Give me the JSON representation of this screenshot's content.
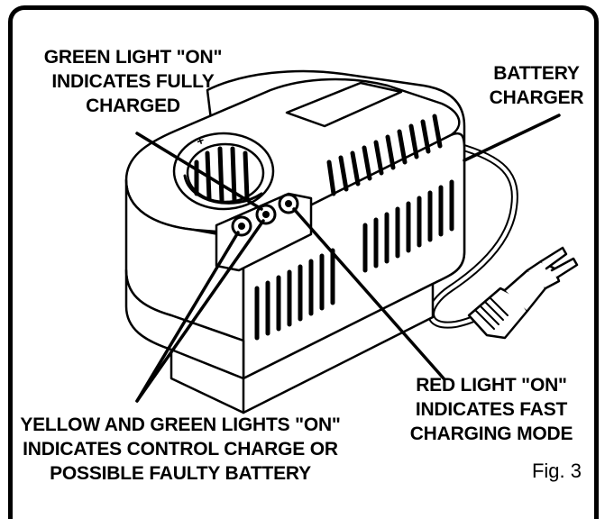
{
  "labels": {
    "green_light": "GREEN LIGHT \"ON\"\nINDICATES FULLY\nCHARGED",
    "battery_charger": "BATTERY\nCHARGER",
    "red_light": "RED LIGHT \"ON\"\nINDICATES FAST\nCHARGING MODE",
    "yellow_green_lights": "YELLOW AND GREEN LIGHTS \"ON\"\nINDICATES CONTROL CHARGE OR\nPOSSIBLE FAULTY BATTERY"
  },
  "figure_number": "Fig. 3",
  "charger_marks": {
    "plus_sign": "+"
  },
  "colors": {
    "ink": "#000000",
    "background": "#ffffff"
  }
}
